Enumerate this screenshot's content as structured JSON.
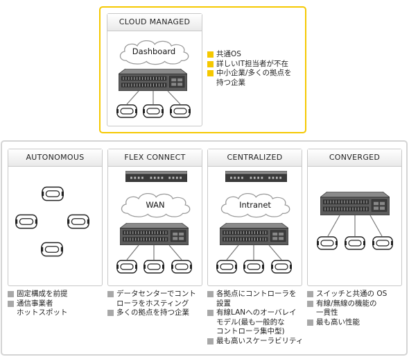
{
  "colors": {
    "cloud_frame": "#f5c800",
    "bullet_yellow": "#f5c800",
    "bullet_gray": "#a8a8a8",
    "panel_border": "#c8c8c8"
  },
  "cloud_managed": {
    "title": "CLOUD MANAGED",
    "cloud_label": "Dashboard",
    "bullets": [
      "共通OS",
      "詳しいIT担当者が不在",
      "中小企業/多くの拠点を",
      "持つ企業"
    ]
  },
  "panels": {
    "autonomous": {
      "title": "AUTONOMOUS",
      "bullets": [
        "固定構成を前提",
        "通信事業者",
        "ホットスポット"
      ]
    },
    "flex_connect": {
      "title": "FLEX CONNECT",
      "cloud_label": "WAN",
      "bullets": [
        "データセンターでコント",
        "ローラをホスティング",
        "多くの拠点を持つ企業"
      ]
    },
    "centralized": {
      "title": "CENTRALIZED",
      "cloud_label": "Intranet",
      "bullets": [
        "各拠点にコントローラを",
        "設置",
        "有線LANへのオーバレイ",
        "モデル(最も一般的な",
        "コントローラ集中型)",
        "最も高いスケーラビリティ"
      ]
    },
    "converged": {
      "title": "CONVERGED",
      "bullets": [
        "スイッチと共通の OS",
        "有線/無線の機能の",
        "一貫性",
        "最も高い性能"
      ]
    }
  }
}
